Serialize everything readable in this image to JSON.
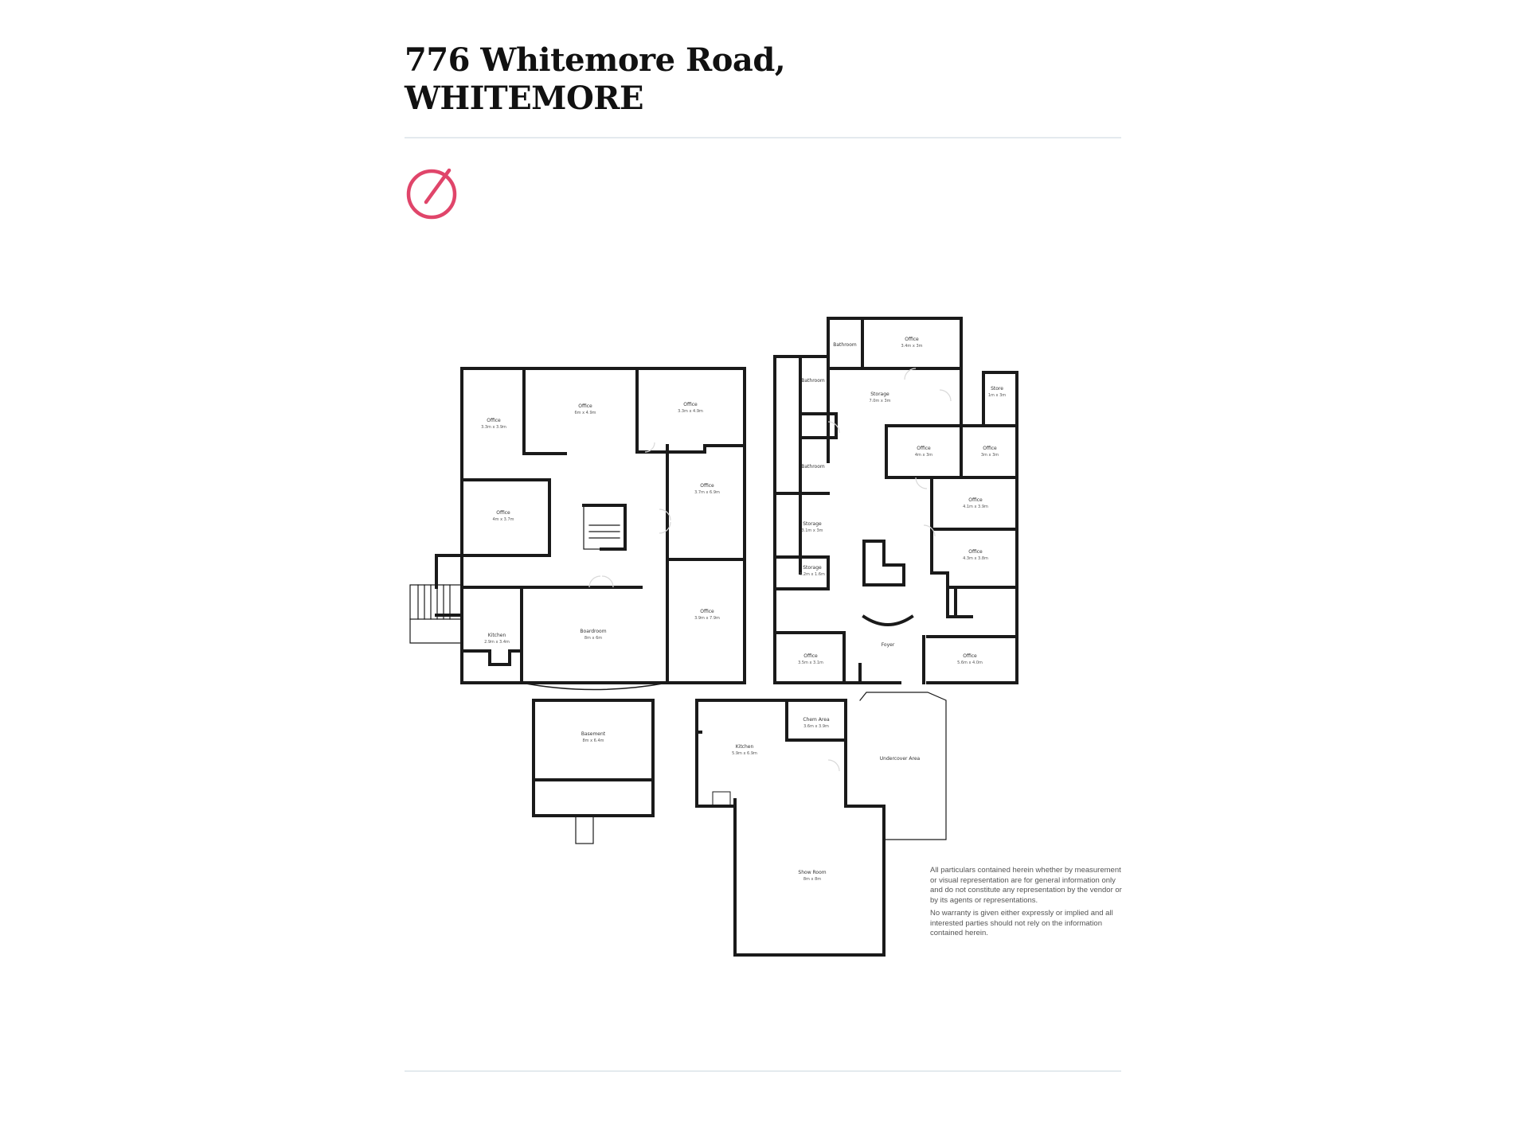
{
  "header": {
    "line1": "776 Whitemore Road,",
    "line2": "WHITEMORE"
  },
  "logo": {
    "icon": "circle-slash-logo-icon",
    "color": "#e0456a"
  },
  "colors": {
    "wall": "#1a1a1a",
    "rule": "#e4eaee"
  },
  "rooms": [
    {
      "key": "r1",
      "label": "Office",
      "dim": "3.3m x 3.9m"
    },
    {
      "key": "r2",
      "label": "Office",
      "dim": "6m x 4.9m"
    },
    {
      "key": "r3",
      "label": "Office",
      "dim": "3.3m x 4.9m"
    },
    {
      "key": "r4",
      "label": "Office",
      "dim": "3.7m x 6.9m"
    },
    {
      "key": "r5",
      "label": "Office",
      "dim": "4m x 3.7m"
    },
    {
      "key": "r6",
      "label": "Boardroom",
      "dim": "8m x 6m"
    },
    {
      "key": "r7",
      "label": "Office",
      "dim": "3.9m x 7.9m"
    },
    {
      "key": "r8",
      "label": "Kitchen",
      "dim": "2.9m x 3.4m"
    },
    {
      "key": "r9",
      "label": "Bathroom",
      "dim": ""
    },
    {
      "key": "r10",
      "label": "Office",
      "dim": "3.4m x 3m"
    },
    {
      "key": "r11",
      "label": "Bathroom",
      "dim": ""
    },
    {
      "key": "r12",
      "label": "Storage",
      "dim": "7.0m x 3m"
    },
    {
      "key": "r13",
      "label": "Store",
      "dim": "1m x 3m"
    },
    {
      "key": "r14",
      "label": "Office",
      "dim": "4m x 3m"
    },
    {
      "key": "r15",
      "label": "Office",
      "dim": "3m x 3m"
    },
    {
      "key": "r16",
      "label": "Bathroom",
      "dim": ""
    },
    {
      "key": "r17",
      "label": "Office",
      "dim": "4.1m x 3.9m"
    },
    {
      "key": "r18",
      "label": "Storage",
      "dim": "3.1m x 3m"
    },
    {
      "key": "r19",
      "label": "Office",
      "dim": "4.3m x 3.8m"
    },
    {
      "key": "r20",
      "label": "Storage",
      "dim": "5.2m x 1.6m"
    },
    {
      "key": "r21",
      "label": "Foyer",
      "dim": ""
    },
    {
      "key": "r22",
      "label": "Office",
      "dim": "3.5m x 3.1m"
    },
    {
      "key": "r23",
      "label": "Office",
      "dim": "5.6m x 4.0m"
    },
    {
      "key": "r24",
      "label": "Basement",
      "dim": "8m x 6.4m"
    },
    {
      "key": "r25",
      "label": "Kitchen",
      "dim": "5.9m x 6.9m"
    },
    {
      "key": "r26",
      "label": "Chem Area",
      "dim": "3.6m x 3.9m"
    },
    {
      "key": "r27",
      "label": "Undercover Area",
      "dim": ""
    },
    {
      "key": "r28",
      "label": "Show Room",
      "dim": "8m x 8m"
    }
  ],
  "disclaimer": {
    "p1": "All particulars contained herein whether by measurement or visual representation are for general information only and do not constitute any representation by the vendor or by its agents or representations.",
    "p2": "No warranty is given either expressly or implied and all interested parties should not rely on the information contained herein."
  }
}
